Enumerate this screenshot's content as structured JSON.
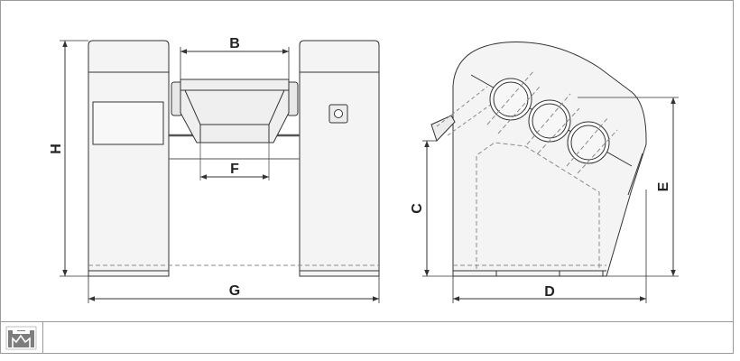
{
  "drawing": {
    "front_view": {
      "dimensions": {
        "B": "B",
        "F": "F",
        "G": "G",
        "H": "H"
      }
    },
    "side_view": {
      "dimensions": {
        "C": "C",
        "D": "D",
        "E": "E"
      }
    }
  },
  "footer": {
    "logo_icon": "company-logo-icon"
  },
  "colors": {
    "line": "#333333",
    "fill": "#f4f4f4",
    "dashed": "#8a8a8a",
    "frame": "#9a9a9a"
  }
}
